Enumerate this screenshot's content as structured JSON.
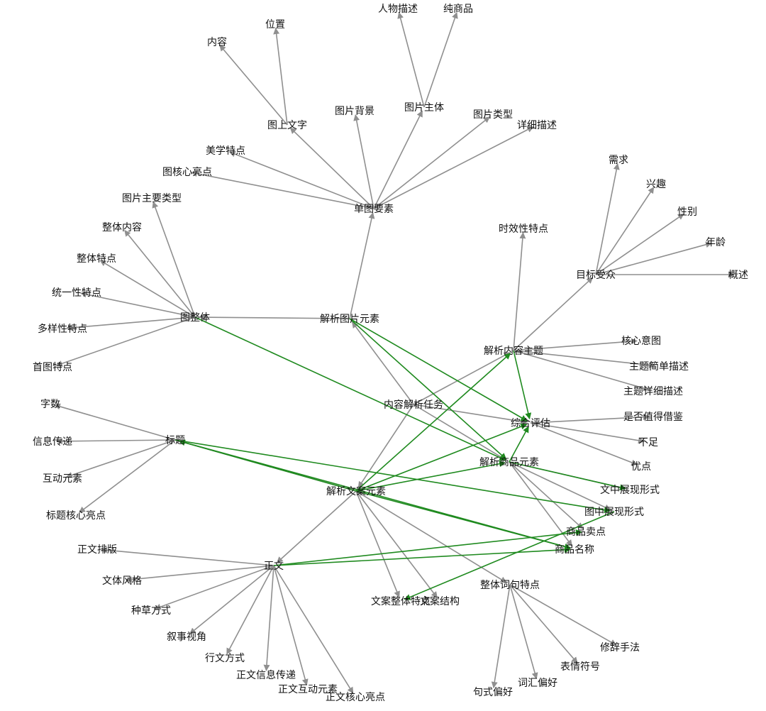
{
  "nodes": [
    {
      "id": "content_task",
      "label": "内容解析任务"
    },
    {
      "id": "parse_image",
      "label": "解析图片元素"
    },
    {
      "id": "parse_copy",
      "label": "解析文案元素"
    },
    {
      "id": "parse_theme",
      "label": "解析内容主题"
    },
    {
      "id": "parse_product",
      "label": "解析商品元素"
    },
    {
      "id": "overall_eval",
      "label": "综合评估"
    },
    {
      "id": "single_image",
      "label": "单图要素"
    },
    {
      "id": "whole_image",
      "label": "图整体"
    },
    {
      "id": "image_text",
      "label": "图上文字"
    },
    {
      "id": "image_bg",
      "label": "图片背景"
    },
    {
      "id": "image_subject",
      "label": "图片主体"
    },
    {
      "id": "image_type",
      "label": "图片类型"
    },
    {
      "id": "detail_desc",
      "label": "详细描述"
    },
    {
      "id": "aesthetic",
      "label": "美学特点"
    },
    {
      "id": "core_highlight",
      "label": "图核心亮点"
    },
    {
      "id": "position",
      "label": "位置"
    },
    {
      "id": "content",
      "label": "内容"
    },
    {
      "id": "person_desc",
      "label": "人物描述"
    },
    {
      "id": "pure_product",
      "label": "纯商品"
    },
    {
      "id": "img_main_type",
      "label": "图片主要类型"
    },
    {
      "id": "whole_content",
      "label": "整体内容"
    },
    {
      "id": "whole_feature",
      "label": "整体特点"
    },
    {
      "id": "unity",
      "label": "统一性特点"
    },
    {
      "id": "diversity",
      "label": "多样性特点"
    },
    {
      "id": "first_img",
      "label": "首图特点"
    },
    {
      "id": "title",
      "label": "标题"
    },
    {
      "id": "word_count",
      "label": "字数"
    },
    {
      "id": "info_transfer",
      "label": "信息传递"
    },
    {
      "id": "interactive",
      "label": "互动元素"
    },
    {
      "id": "title_highlight",
      "label": "标题核心亮点"
    },
    {
      "id": "body",
      "label": "正文"
    },
    {
      "id": "body_layout",
      "label": "正文排版"
    },
    {
      "id": "style",
      "label": "文体风格"
    },
    {
      "id": "seeding",
      "label": "种草方式"
    },
    {
      "id": "narrative",
      "label": "叙事视角"
    },
    {
      "id": "writing_style",
      "label": "行文方式"
    },
    {
      "id": "body_info",
      "label": "正文信息传递"
    },
    {
      "id": "body_interactive",
      "label": "正文互动元素"
    },
    {
      "id": "body_highlight",
      "label": "正文核心亮点"
    },
    {
      "id": "copy_whole",
      "label": "文案整体特点"
    },
    {
      "id": "copy_struct",
      "label": "文案结构"
    },
    {
      "id": "phrase_feature",
      "label": "整体词句特点"
    },
    {
      "id": "rhetoric",
      "label": "修辞手法"
    },
    {
      "id": "emoji",
      "label": "表情符号"
    },
    {
      "id": "vocab",
      "label": "词汇偏好"
    },
    {
      "id": "sentence",
      "label": "句式偏好"
    },
    {
      "id": "timeliness",
      "label": "时效性特点"
    },
    {
      "id": "audience",
      "label": "目标受众"
    },
    {
      "id": "need",
      "label": "需求"
    },
    {
      "id": "interest",
      "label": "兴趣"
    },
    {
      "id": "gender",
      "label": "性别"
    },
    {
      "id": "age",
      "label": "年龄"
    },
    {
      "id": "overview",
      "label": "概述"
    },
    {
      "id": "core_intent",
      "label": "核心意图"
    },
    {
      "id": "theme_brief",
      "label": "主题简单描述"
    },
    {
      "id": "theme_detail",
      "label": "主题详细描述"
    },
    {
      "id": "worth",
      "label": "是否值得借鉴"
    },
    {
      "id": "shortcoming",
      "label": "不足"
    },
    {
      "id": "advantage",
      "label": "优点"
    },
    {
      "id": "text_form",
      "label": "文中展现形式"
    },
    {
      "id": "image_form",
      "label": "图中展现形式"
    },
    {
      "id": "selling_point",
      "label": "商品卖点"
    },
    {
      "id": "product_name",
      "label": "商品名称"
    }
  ],
  "edges": [
    {
      "from": "content_task",
      "to": "parse_image",
      "kind": "gray"
    },
    {
      "from": "content_task",
      "to": "parse_copy",
      "kind": "gray"
    },
    {
      "from": "content_task",
      "to": "parse_theme",
      "kind": "gray"
    },
    {
      "from": "content_task",
      "to": "overall_eval",
      "kind": "gray"
    },
    {
      "from": "content_task",
      "to": "parse_product",
      "kind": "gray"
    },
    {
      "from": "parse_image",
      "to": "single_image",
      "kind": "gray"
    },
    {
      "from": "parse_image",
      "to": "whole_image",
      "kind": "gray"
    },
    {
      "from": "single_image",
      "to": "image_text",
      "kind": "gray"
    },
    {
      "from": "single_image",
      "to": "image_bg",
      "kind": "gray"
    },
    {
      "from": "single_image",
      "to": "image_subject",
      "kind": "gray"
    },
    {
      "from": "single_image",
      "to": "image_type",
      "kind": "gray"
    },
    {
      "from": "single_image",
      "to": "detail_desc",
      "kind": "gray"
    },
    {
      "from": "single_image",
      "to": "aesthetic",
      "kind": "gray"
    },
    {
      "from": "single_image",
      "to": "core_highlight",
      "kind": "gray"
    },
    {
      "from": "image_text",
      "to": "position",
      "kind": "gray"
    },
    {
      "from": "image_text",
      "to": "content",
      "kind": "gray"
    },
    {
      "from": "image_subject",
      "to": "person_desc",
      "kind": "gray"
    },
    {
      "from": "image_subject",
      "to": "pure_product",
      "kind": "gray"
    },
    {
      "from": "whole_image",
      "to": "img_main_type",
      "kind": "gray"
    },
    {
      "from": "whole_image",
      "to": "whole_content",
      "kind": "gray"
    },
    {
      "from": "whole_image",
      "to": "whole_feature",
      "kind": "gray"
    },
    {
      "from": "whole_image",
      "to": "unity",
      "kind": "gray"
    },
    {
      "from": "whole_image",
      "to": "diversity",
      "kind": "gray"
    },
    {
      "from": "whole_image",
      "to": "first_img",
      "kind": "gray"
    },
    {
      "from": "parse_copy",
      "to": "title",
      "kind": "gray"
    },
    {
      "from": "parse_copy",
      "to": "body",
      "kind": "gray"
    },
    {
      "from": "parse_copy",
      "to": "copy_whole",
      "kind": "gray"
    },
    {
      "from": "parse_copy",
      "to": "copy_struct",
      "kind": "gray"
    },
    {
      "from": "parse_copy",
      "to": "phrase_feature",
      "kind": "gray"
    },
    {
      "from": "title",
      "to": "word_count",
      "kind": "gray"
    },
    {
      "from": "title",
      "to": "info_transfer",
      "kind": "gray"
    },
    {
      "from": "title",
      "to": "interactive",
      "kind": "gray"
    },
    {
      "from": "title",
      "to": "title_highlight",
      "kind": "gray"
    },
    {
      "from": "body",
      "to": "body_layout",
      "kind": "gray"
    },
    {
      "from": "body",
      "to": "style",
      "kind": "gray"
    },
    {
      "from": "body",
      "to": "seeding",
      "kind": "gray"
    },
    {
      "from": "body",
      "to": "narrative",
      "kind": "gray"
    },
    {
      "from": "body",
      "to": "writing_style",
      "kind": "gray"
    },
    {
      "from": "body",
      "to": "body_info",
      "kind": "gray"
    },
    {
      "from": "body",
      "to": "body_interactive",
      "kind": "gray"
    },
    {
      "from": "body",
      "to": "body_highlight",
      "kind": "gray"
    },
    {
      "from": "phrase_feature",
      "to": "rhetoric",
      "kind": "gray"
    },
    {
      "from": "phrase_feature",
      "to": "emoji",
      "kind": "gray"
    },
    {
      "from": "phrase_feature",
      "to": "vocab",
      "kind": "gray"
    },
    {
      "from": "phrase_feature",
      "to": "sentence",
      "kind": "gray"
    },
    {
      "from": "parse_theme",
      "to": "timeliness",
      "kind": "gray"
    },
    {
      "from": "parse_theme",
      "to": "audience",
      "kind": "gray"
    },
    {
      "from": "parse_theme",
      "to": "core_intent",
      "kind": "gray"
    },
    {
      "from": "parse_theme",
      "to": "theme_brief",
      "kind": "gray"
    },
    {
      "from": "parse_theme",
      "to": "theme_detail",
      "kind": "gray"
    },
    {
      "from": "audience",
      "to": "need",
      "kind": "gray"
    },
    {
      "from": "audience",
      "to": "interest",
      "kind": "gray"
    },
    {
      "from": "audience",
      "to": "gender",
      "kind": "gray"
    },
    {
      "from": "audience",
      "to": "age",
      "kind": "gray"
    },
    {
      "from": "audience",
      "to": "overview",
      "kind": "gray"
    },
    {
      "from": "overall_eval",
      "to": "worth",
      "kind": "gray"
    },
    {
      "from": "overall_eval",
      "to": "shortcoming",
      "kind": "gray"
    },
    {
      "from": "overall_eval",
      "to": "advantage",
      "kind": "gray"
    },
    {
      "from": "parse_product",
      "to": "text_form",
      "kind": "gray"
    },
    {
      "from": "parse_product",
      "to": "image_form",
      "kind": "gray"
    },
    {
      "from": "parse_product",
      "to": "selling_point",
      "kind": "gray"
    },
    {
      "from": "parse_product",
      "to": "product_name",
      "kind": "gray"
    },
    {
      "from": "parse_image",
      "to": "overall_eval",
      "kind": "green"
    },
    {
      "from": "parse_image",
      "to": "parse_product",
      "kind": "green"
    },
    {
      "from": "whole_image",
      "to": "parse_product",
      "kind": "green"
    },
    {
      "from": "parse_copy",
      "to": "parse_theme",
      "kind": "green"
    },
    {
      "from": "parse_copy",
      "to": "overall_eval",
      "kind": "green"
    },
    {
      "from": "parse_copy",
      "to": "parse_product",
      "kind": "green"
    },
    {
      "from": "parse_copy",
      "to": "title",
      "kind": "green"
    },
    {
      "from": "parse_copy",
      "to": "product_name",
      "kind": "green"
    },
    {
      "from": "parse_theme",
      "to": "overall_eval",
      "kind": "green"
    },
    {
      "from": "parse_product",
      "to": "overall_eval",
      "kind": "green"
    },
    {
      "from": "parse_product",
      "to": "text_form",
      "kind": "green"
    },
    {
      "from": "title",
      "to": "image_form",
      "kind": "green"
    },
    {
      "from": "title",
      "to": "product_name",
      "kind": "green"
    },
    {
      "from": "body",
      "to": "selling_point",
      "kind": "green"
    },
    {
      "from": "body",
      "to": "product_name",
      "kind": "green"
    },
    {
      "from": "image_form",
      "to": "copy_whole",
      "kind": "green"
    }
  ]
}
